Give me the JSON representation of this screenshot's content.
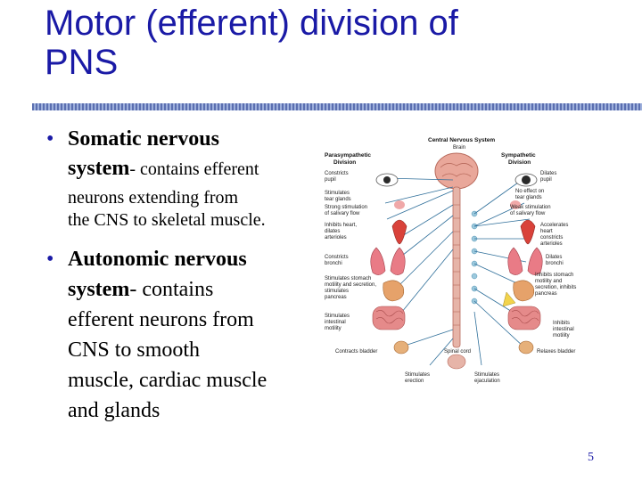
{
  "slide": {
    "title_line1": "Motor (efferent) division of",
    "title_line2": "PNS",
    "page_number": "5"
  },
  "bullets": [
    {
      "head": "Somatic nervous",
      "head2": "system",
      "tail": "- contains efferent",
      "rest_line1": "neurons extending from",
      "rest_line2": "the CNS to skeletal muscle."
    },
    {
      "head": "Autonomic nervous",
      "head2": "system",
      "tail": "- contains",
      "lines": [
        "efferent neurons from",
        "CNS to smooth",
        "muscle, cardiac muscle",
        "and glands"
      ]
    }
  ],
  "figure": {
    "header_center": "Central Nervous System",
    "header_brain": "Brain",
    "para_title_1": "Parasympathetic",
    "para_title_2": "Division",
    "symp_title_1": "Sympathetic",
    "symp_title_2": "Division",
    "left_labels": [
      [
        "Constricts",
        "pupil"
      ],
      [
        "Stimulates",
        "tear glands"
      ],
      [
        "Strong stimulation",
        "of salivary flow"
      ],
      [
        "Inhibits heart,",
        "dilates",
        "arterioles"
      ],
      [
        "Constricts",
        "bronchi"
      ],
      [
        "Stimulates stomach",
        "motility and secretion,",
        "stimulates",
        "pancreas"
      ],
      [
        "Stimulates",
        "intestinal",
        "motility"
      ],
      [
        "Contracts bladder"
      ]
    ],
    "right_labels": [
      [
        "Dilates",
        "pupil"
      ],
      [
        "No effect on",
        "tear glands"
      ],
      [
        "Weak stimulation",
        "of salivary flow"
      ],
      [
        "Accelerates",
        "heart",
        "constricts",
        "arterioles"
      ],
      [
        "Dilates",
        "bronchi"
      ],
      [
        "Inhibits stomach",
        "motility and",
        "secretion, inhibits",
        "pancreas"
      ],
      [
        "Inhibits",
        "intestinal",
        "motility"
      ],
      [
        "Relaxes bladder"
      ]
    ],
    "spinal_cord": "Spinal cord",
    "bottom_left": [
      "Stimulates",
      "erection"
    ],
    "bottom_right": [
      "Stimulates",
      "ejaculation"
    ]
  }
}
